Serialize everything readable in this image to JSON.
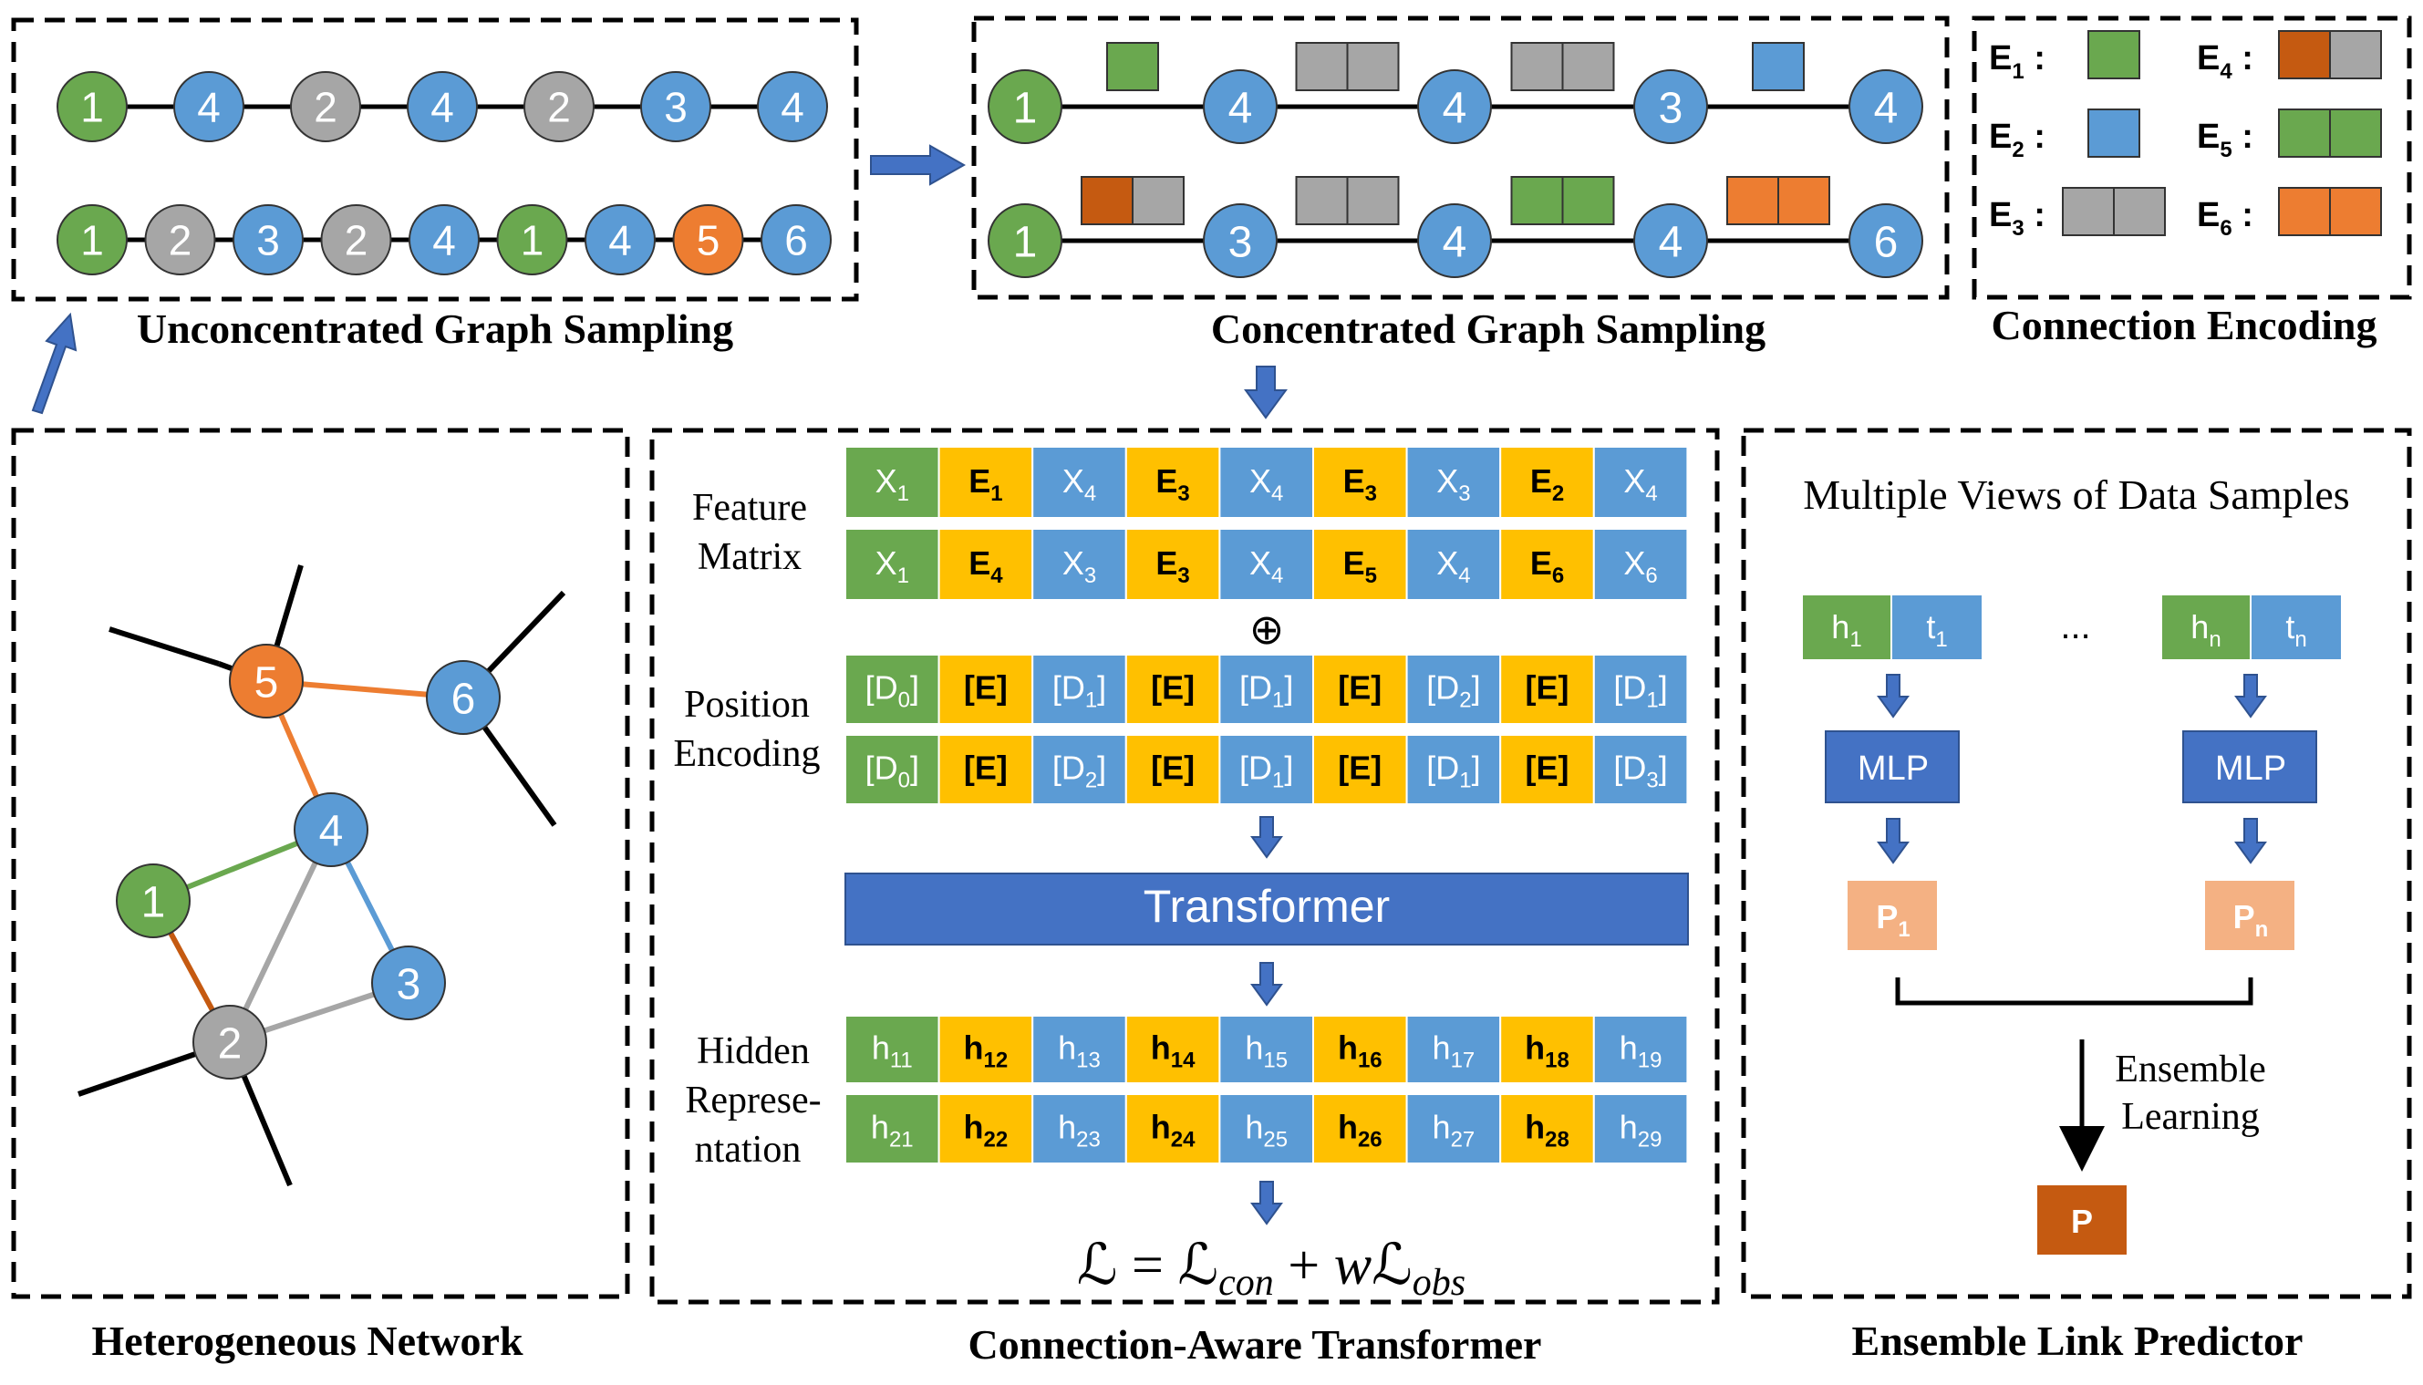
{
  "colors": {
    "green": "#6aa84f",
    "blue": "#5b9bd5",
    "gray": "#a6a6a6",
    "orange": "#ed7d31",
    "rust": "#c55a11",
    "yellow": "#ffc000",
    "darkblue": "#4472c4",
    "peach": "#f4b183",
    "arrow": "#4472c4"
  },
  "sections": {
    "unconcentrated": "Unconcentrated Graph Sampling",
    "concentrated": "Concentrated Graph Sampling",
    "connection_encoding": "Connection Encoding",
    "heterogeneous": "Heterogeneous Network",
    "transformer": "Connection-Aware Transformer",
    "ensemble": "Ensemble Link Predictor"
  },
  "unconcentrated": {
    "row1": [
      {
        "label": "1",
        "color": "green"
      },
      {
        "label": "4",
        "color": "blue"
      },
      {
        "label": "2",
        "color": "gray"
      },
      {
        "label": "4",
        "color": "blue"
      },
      {
        "label": "2",
        "color": "gray"
      },
      {
        "label": "3",
        "color": "blue"
      },
      {
        "label": "4",
        "color": "blue"
      }
    ],
    "row2": [
      {
        "label": "1",
        "color": "green"
      },
      {
        "label": "2",
        "color": "gray"
      },
      {
        "label": "3",
        "color": "blue"
      },
      {
        "label": "2",
        "color": "gray"
      },
      {
        "label": "4",
        "color": "blue"
      },
      {
        "label": "1",
        "color": "green"
      },
      {
        "label": "4",
        "color": "blue"
      },
      {
        "label": "5",
        "color": "orange"
      },
      {
        "label": "6",
        "color": "blue"
      }
    ]
  },
  "concentrated": {
    "row1": {
      "nodes": [
        {
          "label": "1",
          "color": "green"
        },
        {
          "label": "4",
          "color": "blue"
        },
        {
          "label": "4",
          "color": "blue"
        },
        {
          "label": "3",
          "color": "blue"
        },
        {
          "label": "4",
          "color": "blue"
        }
      ],
      "edges": [
        [
          "green"
        ],
        [
          "gray",
          "gray"
        ],
        [
          "gray",
          "gray"
        ],
        [
          "blue"
        ]
      ]
    },
    "row2": {
      "nodes": [
        {
          "label": "1",
          "color": "green"
        },
        {
          "label": "3",
          "color": "blue"
        },
        {
          "label": "4",
          "color": "blue"
        },
        {
          "label": "4",
          "color": "blue"
        },
        {
          "label": "6",
          "color": "blue"
        }
      ],
      "edges": [
        [
          "rust",
          "gray"
        ],
        [
          "gray",
          "gray"
        ],
        [
          "green",
          "green"
        ],
        [
          "orange",
          "orange"
        ]
      ]
    }
  },
  "connection_encoding": [
    {
      "label": "E",
      "sub": "1",
      "colors": [
        "green"
      ]
    },
    {
      "label": "E",
      "sub": "4",
      "colors": [
        "rust",
        "gray"
      ]
    },
    {
      "label": "E",
      "sub": "2",
      "colors": [
        "blue"
      ]
    },
    {
      "label": "E",
      "sub": "5",
      "colors": [
        "green",
        "green"
      ]
    },
    {
      "label": "E",
      "sub": "3",
      "colors": [
        "gray",
        "gray"
      ]
    },
    {
      "label": "E",
      "sub": "6",
      "colors": [
        "orange",
        "orange"
      ]
    }
  ],
  "network": {
    "nodes": [
      {
        "id": "5",
        "color": "orange"
      },
      {
        "id": "6",
        "color": "blue"
      },
      {
        "id": "4",
        "color": "blue"
      },
      {
        "id": "1",
        "color": "green"
      },
      {
        "id": "3",
        "color": "blue"
      },
      {
        "id": "2",
        "color": "gray"
      }
    ],
    "edges": [
      {
        "from": "5",
        "to": "6",
        "color": "orange"
      },
      {
        "from": "5",
        "to": "4",
        "color": "orange"
      },
      {
        "from": "1",
        "to": "4",
        "color": "green"
      },
      {
        "from": "4",
        "to": "3",
        "color": "blue"
      },
      {
        "from": "4",
        "to": "2",
        "color": "gray"
      },
      {
        "from": "2",
        "to": "3",
        "color": "gray"
      },
      {
        "from": "1",
        "to": "2",
        "color": "rust"
      }
    ]
  },
  "transformer": {
    "row_labels": {
      "feature": [
        "Feature",
        "Matrix"
      ],
      "position": [
        "Position",
        "Encoding"
      ],
      "hidden": [
        "Hidden",
        "Represe-",
        "ntation"
      ]
    },
    "feature_rows": [
      [
        {
          "t": "X",
          "s": "1"
        },
        {
          "t": "E",
          "s": "1"
        },
        {
          "t": "X",
          "s": "4"
        },
        {
          "t": "E",
          "s": "3"
        },
        {
          "t": "X",
          "s": "4"
        },
        {
          "t": "E",
          "s": "3"
        },
        {
          "t": "X",
          "s": "3"
        },
        {
          "t": "E",
          "s": "2"
        },
        {
          "t": "X",
          "s": "4"
        }
      ],
      [
        {
          "t": "X",
          "s": "1"
        },
        {
          "t": "E",
          "s": "4"
        },
        {
          "t": "X",
          "s": "3"
        },
        {
          "t": "E",
          "s": "3"
        },
        {
          "t": "X",
          "s": "4"
        },
        {
          "t": "E",
          "s": "5"
        },
        {
          "t": "X",
          "s": "4"
        },
        {
          "t": "E",
          "s": "6"
        },
        {
          "t": "X",
          "s": "6"
        }
      ]
    ],
    "plus": "⊕",
    "position_rows": [
      [
        {
          "t": "[D",
          "s": "0",
          "e": "]"
        },
        {
          "t": "[E]"
        },
        {
          "t": "[D",
          "s": "1",
          "e": "]"
        },
        {
          "t": "[E]"
        },
        {
          "t": "[D",
          "s": "1",
          "e": "]"
        },
        {
          "t": "[E]"
        },
        {
          "t": "[D",
          "s": "2",
          "e": "]"
        },
        {
          "t": "[E]"
        },
        {
          "t": "[D",
          "s": "1",
          "e": "]"
        }
      ],
      [
        {
          "t": "[D",
          "s": "0",
          "e": "]"
        },
        {
          "t": "[E]"
        },
        {
          "t": "[D",
          "s": "2",
          "e": "]"
        },
        {
          "t": "[E]"
        },
        {
          "t": "[D",
          "s": "1",
          "e": "]"
        },
        {
          "t": "[E]"
        },
        {
          "t": "[D",
          "s": "1",
          "e": "]"
        },
        {
          "t": "[E]"
        },
        {
          "t": "[D",
          "s": "3",
          "e": "]"
        }
      ]
    ],
    "transformer_label": "Transformer",
    "hidden_rows": [
      [
        {
          "t": "h",
          "s": "11"
        },
        {
          "t": "h",
          "s": "12"
        },
        {
          "t": "h",
          "s": "13"
        },
        {
          "t": "h",
          "s": "14"
        },
        {
          "t": "h",
          "s": "15"
        },
        {
          "t": "h",
          "s": "16"
        },
        {
          "t": "h",
          "s": "17"
        },
        {
          "t": "h",
          "s": "18"
        },
        {
          "t": "h",
          "s": "19"
        }
      ],
      [
        {
          "t": "h",
          "s": "21"
        },
        {
          "t": "h",
          "s": "22"
        },
        {
          "t": "h",
          "s": "23"
        },
        {
          "t": "h",
          "s": "24"
        },
        {
          "t": "h",
          "s": "25"
        },
        {
          "t": "h",
          "s": "26"
        },
        {
          "t": "h",
          "s": "27"
        },
        {
          "t": "h",
          "s": "28"
        },
        {
          "t": "h",
          "s": "29"
        }
      ]
    ],
    "column_colors": [
      "green",
      "yellow",
      "blue",
      "yellow",
      "blue",
      "yellow",
      "blue",
      "yellow",
      "blue"
    ],
    "loss": {
      "L": "ℒ",
      "eq": "=",
      "con": "con",
      "plus": "+",
      "w": "w",
      "obs": "obs"
    }
  },
  "ensemble": {
    "heading": "Multiple Views of Data Samples",
    "pairs": [
      {
        "h": "h",
        "hs": "1",
        "t": "t",
        "ts": "1"
      },
      {
        "h": "h",
        "hs": "n",
        "t": "t",
        "ts": "n"
      }
    ],
    "ellipsis": "...",
    "mlp": "MLP",
    "preds": [
      {
        "t": "P",
        "s": "1"
      },
      {
        "t": "P",
        "s": "n"
      }
    ],
    "ensemble_label": [
      "Ensemble",
      "Learning"
    ],
    "final": "P"
  }
}
